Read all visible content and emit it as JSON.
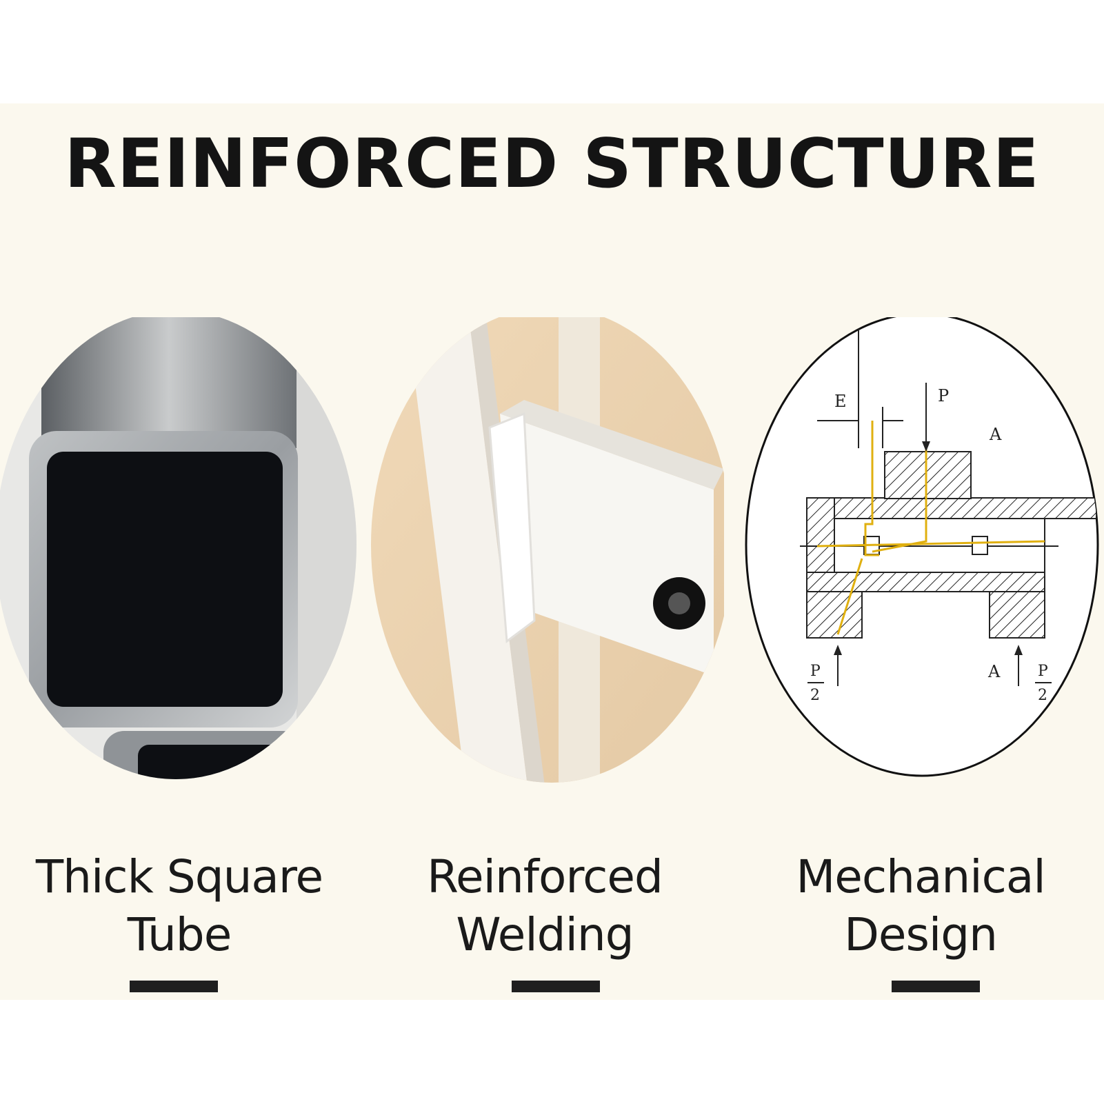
{
  "title": "REINFORCED STRUCTURE",
  "features": [
    {
      "line1": "Thick Square",
      "line2": "Tube",
      "image": "square-steel-tube-cross-section"
    },
    {
      "line1": "Reinforced",
      "line2": "Welding",
      "image": "welded-joint-photo"
    },
    {
      "line1": "Mechanical",
      "line2": "Design",
      "image": "mechanical-drawing"
    }
  ],
  "diagram_labels": {
    "e": "E",
    "p": "P",
    "a_top": "A",
    "a_bottom": "A",
    "p2_num": "P",
    "p2_den": "2"
  },
  "colors": {
    "background": "#fbf8ee",
    "title": "#141414",
    "accent_bar": "#1f1f1f",
    "diagram_line": "#e0b010"
  }
}
